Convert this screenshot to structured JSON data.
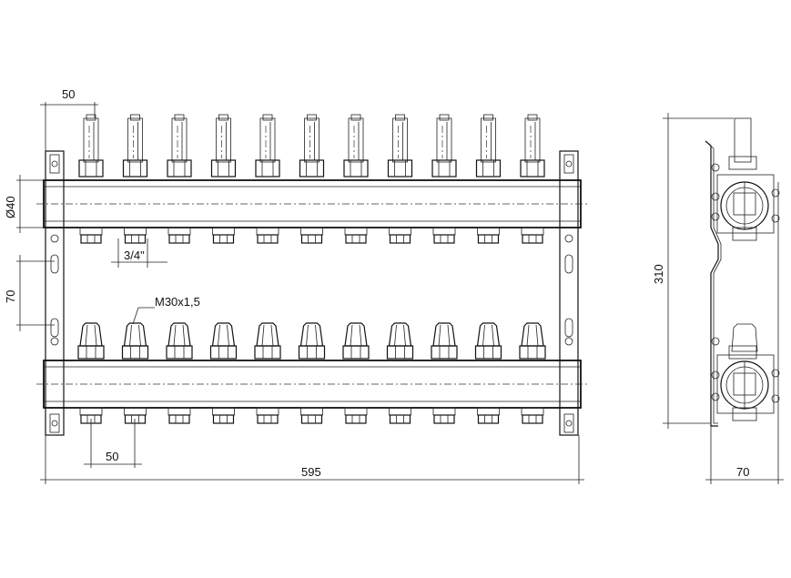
{
  "dimensions": {
    "port_pitch_top": "50",
    "pipe_diameter": "Ø40",
    "outlet_thread": "3/4\"",
    "bar_spacing": "70",
    "flow_thread": "M30x1,5",
    "port_pitch_bottom": "50",
    "overall_width": "595",
    "overall_height": "310",
    "side_depth": "70"
  },
  "diagram": {
    "port_count": 11
  }
}
